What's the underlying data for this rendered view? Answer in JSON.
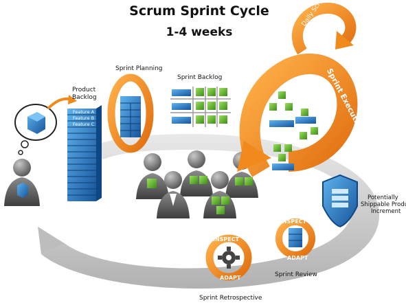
{
  "title": "Scrum Sprint Cycle",
  "subtitle": "1-4 weeks",
  "labels": {
    "product_backlog_line1": "Product",
    "product_backlog_line2": "Backlog",
    "sprint_planning": "Sprint Planning",
    "sprint_backlog": "Sprint Backlog",
    "daily_scrum": "Daily Scrum",
    "sprint_execution": "Sprint Execution",
    "increment_line1": "Potentially",
    "increment_line2": "Shippable Product",
    "increment_line3": "Increment",
    "sprint_review": "Sprint Review",
    "sprint_retrospective": "Sprint Retrospective",
    "inspect_review": "INSPECT",
    "adapt_review": "ADAPT",
    "inspect_retro": "INSPECT",
    "adapt_retro": "ADAPT"
  },
  "features": [
    "Feature A",
    "Feature B",
    "Feature C"
  ],
  "icons": {
    "product_owner": "person-icon",
    "idea_cube": "thought-bubble-cube-icon",
    "backlog": "stacked-blocks-icon",
    "planning": "cycle-arrow-icon",
    "sprint_backlog": "grid-cubes-icon",
    "team": "team-people-icon",
    "execution": "orange-spiral-arrow-icon",
    "increment": "shield-icon",
    "review": "inspect-adapt-cycle-icon",
    "retrospective": "gear-cycle-icon"
  },
  "colors": {
    "orange": "#f08a1c",
    "blue": "#1f6fb8",
    "green": "#5cb82e",
    "gray_track": "#c8c8c8",
    "person": "#6f6f6f"
  }
}
